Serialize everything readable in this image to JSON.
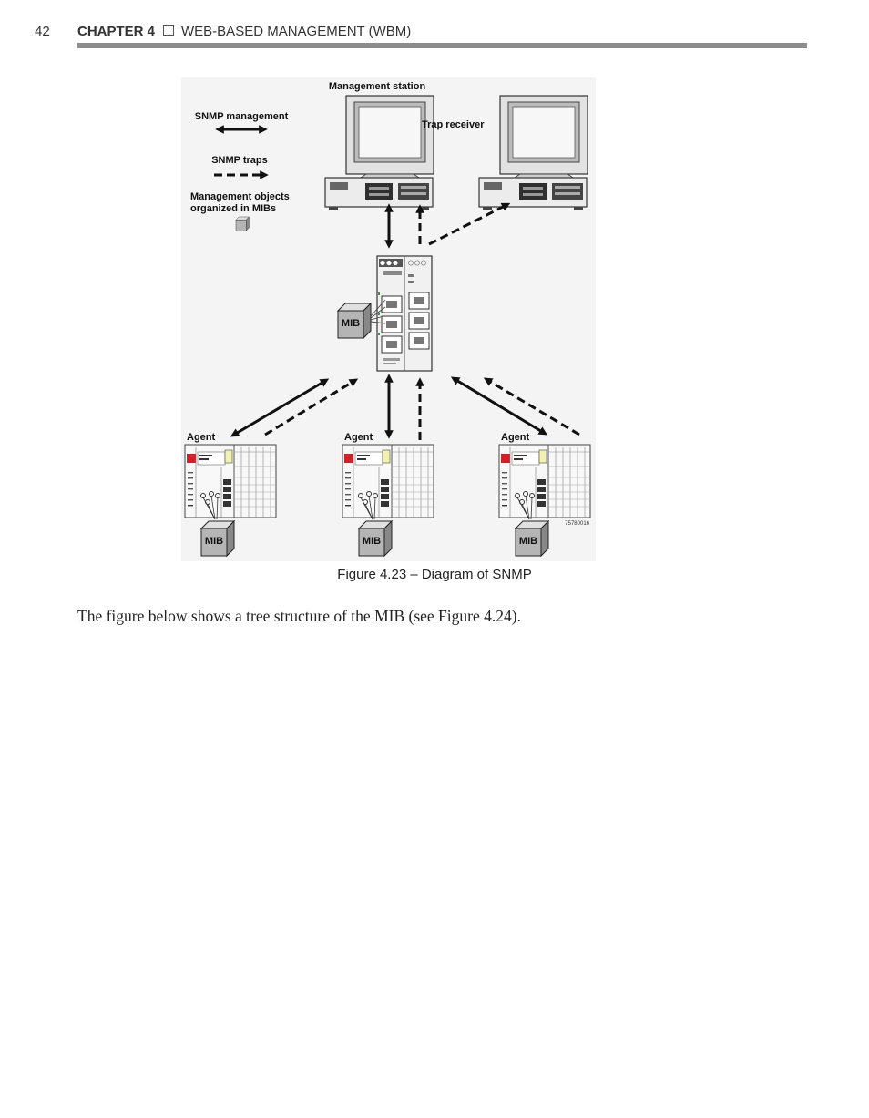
{
  "header": {
    "page_number": "42",
    "chapter": "CHAPTER 4",
    "title": "WEB-BASED MANAGEMENT (WBM)"
  },
  "figure": {
    "legend": {
      "snmp_management": "SNMP management",
      "snmp_traps": "SNMP traps",
      "mib_objects_line1": "Management objects",
      "mib_objects_line2": "organized in MIBs"
    },
    "management_station": "Management station",
    "trap_receiver": "Trap receiver",
    "switch_mib": "MIB",
    "agents": [
      {
        "label": "Agent",
        "mib": "MIB"
      },
      {
        "label": "Agent",
        "mib": "MIB"
      },
      {
        "label": "Agent",
        "mib": "MIB"
      }
    ],
    "image_code": "75780016"
  },
  "caption": "Figure 4.23 – Diagram of SNMP",
  "body_text": "The figure below shows a tree structure of the MIB (see Figure 4.24)."
}
